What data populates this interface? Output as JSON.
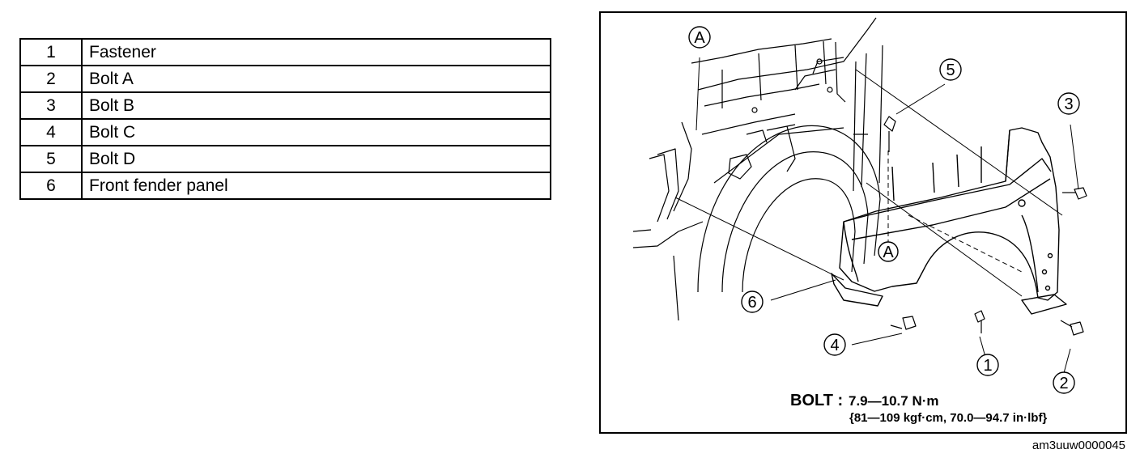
{
  "parts": [
    {
      "num": "1",
      "name": "Fastener"
    },
    {
      "num": "2",
      "name": "Bolt A"
    },
    {
      "num": "3",
      "name": "Bolt B"
    },
    {
      "num": "4",
      "name": "Bolt C"
    },
    {
      "num": "5",
      "name": "Bolt D"
    },
    {
      "num": "6",
      "name": "Front fender panel"
    }
  ],
  "diagram": {
    "callouts": {
      "a_top": "A",
      "a_mid": "A",
      "c1": "1",
      "c2": "2",
      "c3": "3",
      "c4": "4",
      "c5": "5",
      "c6": "6"
    },
    "bolt_spec_label": "BOLT :",
    "bolt_spec_value": "7.9—10.7 N·m",
    "bolt_spec_line2": "{81—109 kgf·cm, 70.0—94.7 in·lbf}"
  },
  "figure_code": "am3uuw0000045"
}
